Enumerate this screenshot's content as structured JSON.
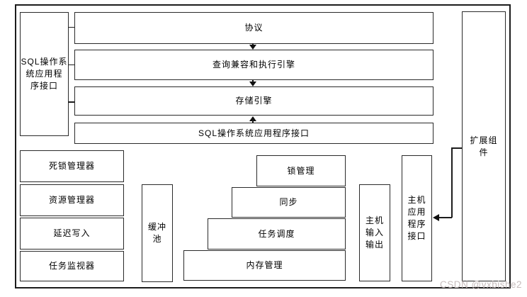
{
  "colors": {
    "line": "#1c1c1c",
    "box_border": "#2a2a2a",
    "background": "#ffffff",
    "watermark": "#c6bcbc"
  },
  "left_api_panel": {
    "label": "SQL操作系\n统应用程\n序接口"
  },
  "engine_stack": [
    {
      "label": "协议"
    },
    {
      "label": "查询兼容和执行引擎"
    },
    {
      "label": "存储引擎"
    },
    {
      "label": "SQL操作系统应用程序接口"
    }
  ],
  "manager_stack": [
    {
      "label": "死锁管理器"
    },
    {
      "label": "资源管理器"
    },
    {
      "label": "延迟写入"
    },
    {
      "label": "任务监视器"
    }
  ],
  "buffer_pool": {
    "label": "缓冲\n池"
  },
  "kernel_pyramid": [
    {
      "label": "锁管理"
    },
    {
      "label": "同步"
    },
    {
      "label": "任务调度"
    },
    {
      "label": "内存管理"
    }
  ],
  "host_io": {
    "label": "主机\n输入\n输出"
  },
  "host_api": {
    "label": "主机\n应用\n程序\n接口"
  },
  "extension": {
    "label": "扩展组\n件"
  },
  "watermark": {
    "text": "CSDN @vxbishe2"
  }
}
